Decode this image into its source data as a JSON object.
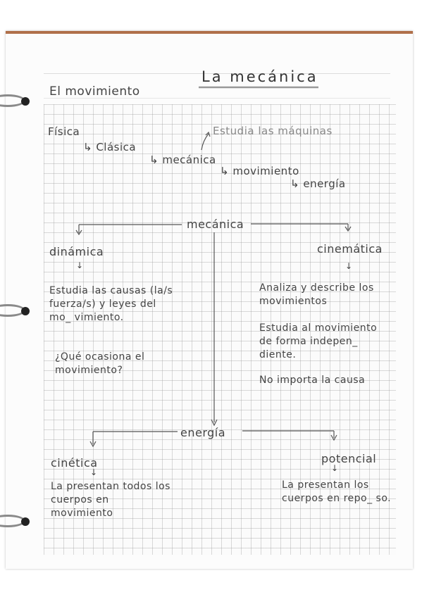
{
  "header": {
    "subject": "El movimiento",
    "title": "La mecánica"
  },
  "hierarchy": {
    "fisica": "Física",
    "clasica": "↳ Clásica",
    "mecanica": "↳ mecánica",
    "movimiento": "↳ movimiento",
    "energia": "↳ energía",
    "note": "Estudia las máquinas"
  },
  "mechanics_branch": {
    "root": "mecánica",
    "left": {
      "title": "dinámica",
      "arrow": "↓",
      "text1": "Estudia las causas (la/s fuerza/s) y leyes del mo_ vimiento.",
      "text2": "¿Qué ocasiona el movimiento?"
    },
    "right": {
      "title": "cinemática",
      "arrow": "↓",
      "text1": "Analiza y describe los movimientos",
      "text2": "Estudia al movimiento de forma indepen_ diente.",
      "text3": "No importa la causa"
    }
  },
  "energy_branch": {
    "root": "energía",
    "left": {
      "title": "cinética",
      "arrow": "↓",
      "text": "La presentan todos los cuerpos en movimiento"
    },
    "right": {
      "title": "potencial",
      "arrow": "↓",
      "text": "La presentan los cuerpos en repo_ so."
    }
  },
  "colors": {
    "paper": "#fcfcfc",
    "ink": "#444444",
    "grid": "#cfcfcf",
    "top_edge": "#b0704a"
  }
}
